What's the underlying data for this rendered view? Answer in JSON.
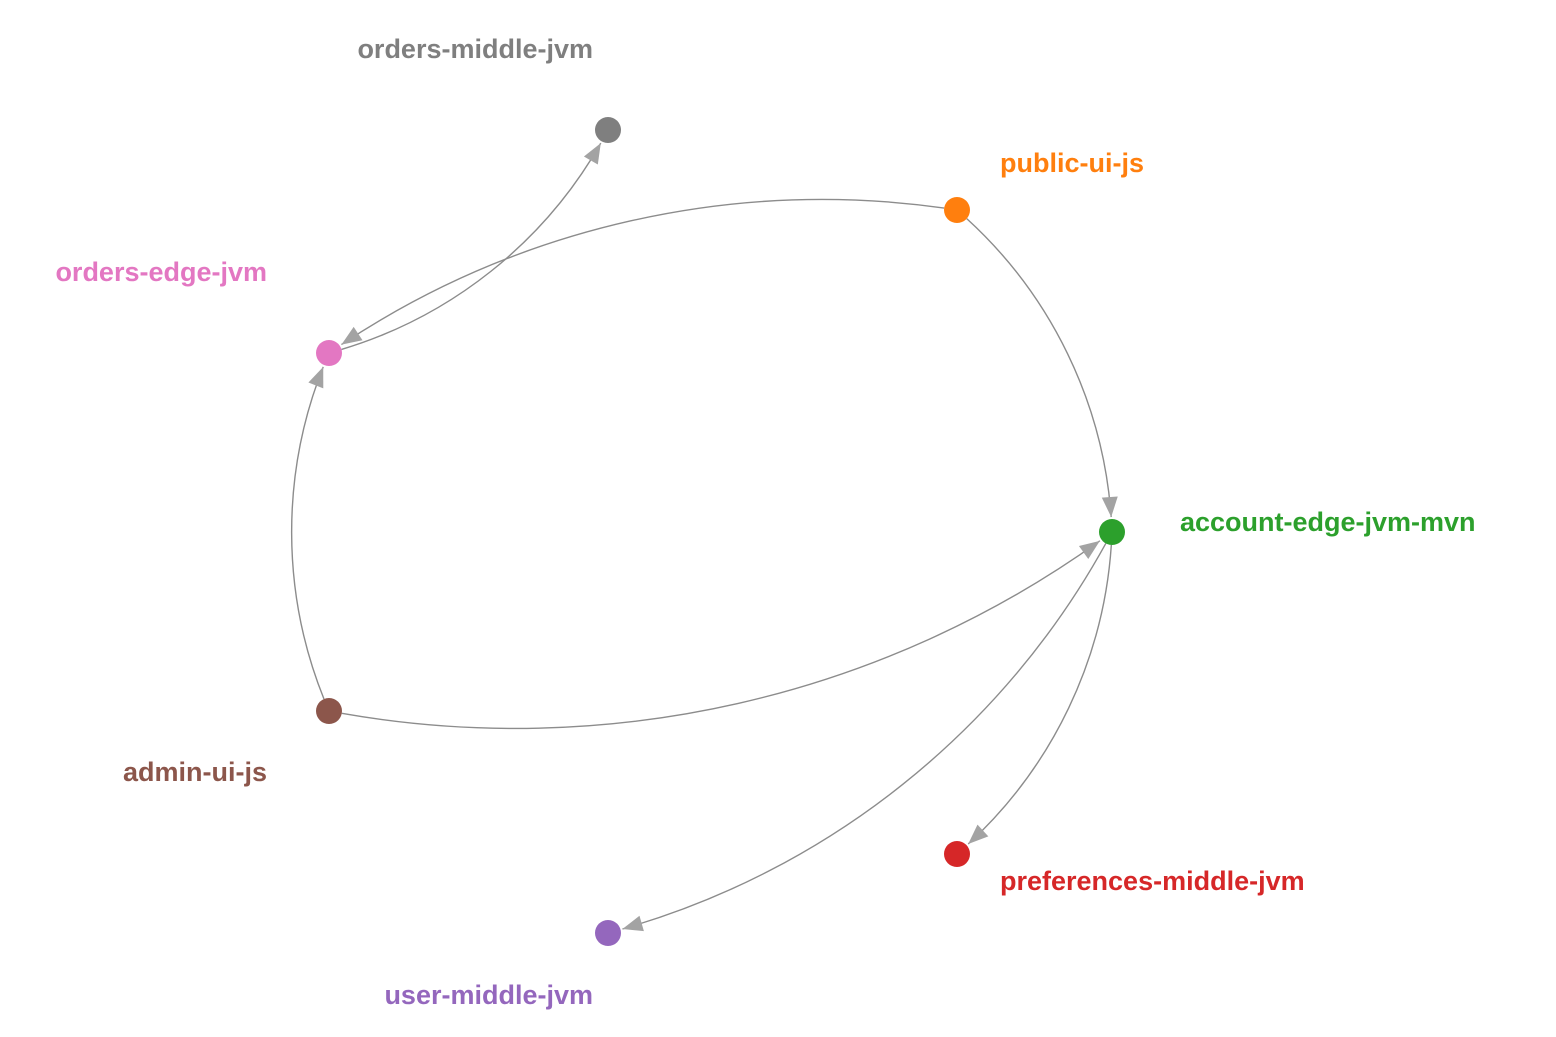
{
  "nodes": [
    {
      "id": "orders-middle-jvm",
      "label": "orders-middle-jvm",
      "color": "#7f7f7f"
    },
    {
      "id": "public-ui-js",
      "label": "public-ui-js",
      "color": "#ff7f0e"
    },
    {
      "id": "orders-edge-jvm",
      "label": "orders-edge-jvm",
      "color": "#e377c2"
    },
    {
      "id": "account-edge-jvm-mvn",
      "label": "account-edge-jvm-mvn",
      "color": "#2ca02c"
    },
    {
      "id": "admin-ui-js",
      "label": "admin-ui-js",
      "color": "#8c564b"
    },
    {
      "id": "preferences-middle-jvm",
      "label": "preferences-middle-jvm",
      "color": "#d62728"
    },
    {
      "id": "user-middle-jvm",
      "label": "user-middle-jvm",
      "color": "#9467bd"
    }
  ],
  "edges": [
    {
      "from": "orders-edge-jvm",
      "to": "orders-middle-jvm"
    },
    {
      "from": "public-ui-js",
      "to": "orders-edge-jvm"
    },
    {
      "from": "public-ui-js",
      "to": "account-edge-jvm-mvn"
    },
    {
      "from": "admin-ui-js",
      "to": "orders-edge-jvm"
    },
    {
      "from": "admin-ui-js",
      "to": "account-edge-jvm-mvn"
    },
    {
      "from": "account-edge-jvm-mvn",
      "to": "user-middle-jvm"
    },
    {
      "from": "account-edge-jvm-mvn",
      "to": "preferences-middle-jvm"
    }
  ]
}
